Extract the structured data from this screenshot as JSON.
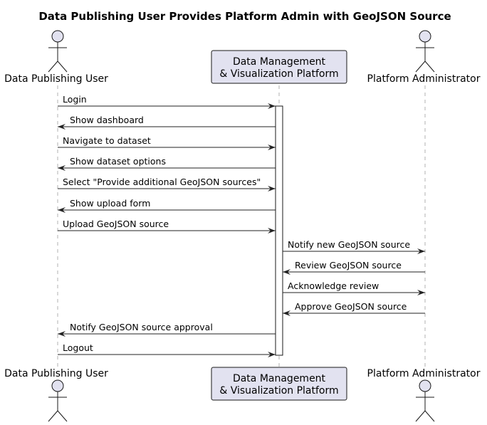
{
  "title": "Data Publishing User Provides Platform Admin with GeoJSON Source",
  "participants": [
    {
      "id": "user",
      "label": "Data Publishing User",
      "kind": "actor"
    },
    {
      "id": "platform",
      "label_line1": "Data Management",
      "label_line2": "& Visualization Platform",
      "kind": "participant"
    },
    {
      "id": "admin",
      "label": "Platform Administrator",
      "kind": "actor"
    }
  ],
  "messages": [
    {
      "from": "user",
      "to": "platform",
      "label": "Login"
    },
    {
      "from": "platform",
      "to": "user",
      "label": "Show dashboard"
    },
    {
      "from": "user",
      "to": "platform",
      "label": "Navigate to dataset"
    },
    {
      "from": "platform",
      "to": "user",
      "label": "Show dataset options"
    },
    {
      "from": "user",
      "to": "platform",
      "label": "Select \"Provide additional GeoJSON sources\""
    },
    {
      "from": "platform",
      "to": "user",
      "label": "Show upload form"
    },
    {
      "from": "user",
      "to": "platform",
      "label": "Upload GeoJSON source"
    },
    {
      "from": "platform",
      "to": "admin",
      "label": "Notify new GeoJSON source"
    },
    {
      "from": "admin",
      "to": "platform",
      "label": "Review GeoJSON source"
    },
    {
      "from": "platform",
      "to": "admin",
      "label": "Acknowledge review"
    },
    {
      "from": "admin",
      "to": "platform",
      "label": "Approve GeoJSON source"
    },
    {
      "from": "platform",
      "to": "user",
      "label": "Notify GeoJSON source approval"
    },
    {
      "from": "user",
      "to": "platform",
      "label": "Logout"
    }
  ],
  "colors": {
    "participant_fill": "#e2e2f0",
    "participant_stroke": "#181818",
    "activation_fill": "#ffffff"
  }
}
